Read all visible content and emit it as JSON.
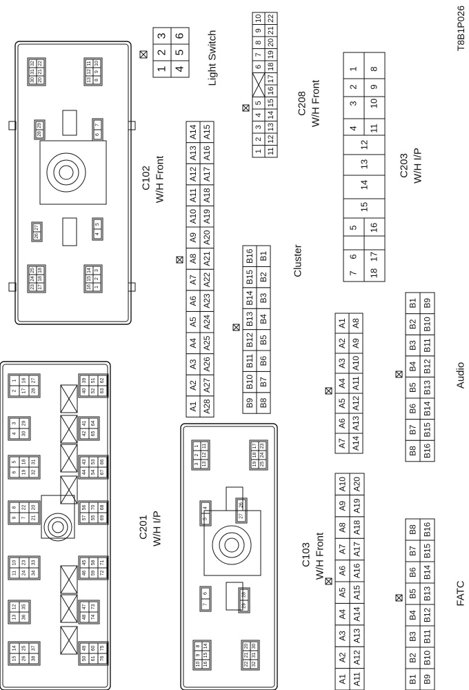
{
  "figure_code": "T8B1P026",
  "connectors": {
    "c102": {
      "name": "C102",
      "location": "W/H Front",
      "groups": [
        [
          "23",
          "24",
          "25",
          "17",
          "18",
          "18"
        ],
        [
          "16",
          "15",
          "14",
          "1",
          "2",
          "3"
        ],
        [
          "26",
          "27"
        ],
        [
          "4",
          "5"
        ],
        [
          "28",
          "29"
        ],
        [
          "6",
          "7"
        ],
        [
          "30",
          "31",
          "32",
          "20",
          "21",
          "22"
        ],
        [
          "13",
          "12",
          "11",
          "8",
          "9",
          "10"
        ]
      ]
    },
    "c201": {
      "name": "C201",
      "location": "W/H I/P",
      "groups": [
        [
          "15",
          "14",
          "26",
          "25",
          "38",
          "37"
        ],
        [
          "13",
          "12",
          "36",
          "35"
        ],
        [
          "11",
          "10",
          "24",
          "23",
          "34",
          "33"
        ],
        [
          "9",
          "8",
          "7",
          "22",
          "21",
          "20"
        ],
        [
          "6",
          "5",
          "19",
          "18",
          "32",
          "31"
        ],
        [
          "4",
          "3",
          "30",
          "29"
        ],
        [
          "2",
          "1",
          "17",
          "16",
          "28",
          "27"
        ],
        [
          "50",
          "49",
          "61",
          "60",
          "76",
          "75"
        ],
        [
          "48",
          "47",
          "74",
          "73"
        ],
        [
          "46",
          "45",
          "59",
          "58",
          "72",
          "71"
        ],
        [
          "57",
          "56",
          "55",
          "70",
          "69",
          "68"
        ],
        [
          "44",
          "43",
          "54",
          "53",
          "67",
          "66"
        ],
        [
          "42",
          "41",
          "65",
          "64"
        ],
        [
          "40",
          "39",
          "52",
          "51",
          "63",
          "62"
        ]
      ]
    },
    "c103": {
      "name": "C103",
      "location": "W/H Front",
      "groups": [
        [
          "10",
          "9",
          "8",
          "16",
          "15",
          "14"
        ],
        [
          "7",
          "6"
        ],
        [
          "5",
          "4"
        ],
        [
          "3",
          "2",
          "1",
          "13",
          "12",
          "11"
        ],
        [
          "22",
          "21",
          "20",
          "32",
          "31",
          "30"
        ],
        [
          "29",
          "28"
        ],
        [
          "27",
          "26"
        ],
        [
          "19",
          "18",
          "17",
          "25",
          "24",
          "23"
        ]
      ]
    },
    "light_switch": {
      "name": "Light Switch",
      "pins": [
        "1",
        "2",
        "3",
        "4",
        "5",
        "6"
      ]
    },
    "c208": {
      "name": "C208",
      "location": "W/H Front",
      "row_top": [
        "1",
        "2",
        "3",
        "4",
        "5",
        "",
        "6",
        "7",
        "8",
        "9",
        "10"
      ],
      "row_bottom": [
        "11",
        "12",
        "13",
        "14",
        "15",
        "16",
        "17",
        "18",
        "19",
        "20",
        "21",
        "22"
      ]
    },
    "c203": {
      "name": "C203",
      "location": "W/H I/P",
      "pins_top": [
        "7",
        "6",
        "5",
        "4",
        "3",
        "2",
        "1"
      ],
      "pins_bottom": [
        "18",
        "17",
        "16",
        "11",
        "10",
        "9",
        "8"
      ],
      "pins_center": [
        "15",
        "14",
        "13",
        "12"
      ]
    },
    "cluster_a": {
      "row_top": [
        "A1",
        "A2",
        "A3",
        "A4",
        "A5",
        "A6",
        "A7",
        "A8",
        "A9",
        "A10",
        "A11",
        "A12",
        "A13",
        "A14"
      ],
      "row_bottom": [
        "A28",
        "A27",
        "A26",
        "A25",
        "A24",
        "A23",
        "A22",
        "A21",
        "A20",
        "A19",
        "A18",
        "A17",
        "A16",
        "A15"
      ]
    },
    "cluster_b": {
      "name": "Cluster",
      "row_top": [
        "B9",
        "B10",
        "B11",
        "B12",
        "B13",
        "B14",
        "B15",
        "B16"
      ],
      "row_bottom": [
        "B8",
        "B7",
        "B6",
        "B5",
        "B4",
        "B3",
        "B2",
        "B1"
      ]
    },
    "cluster_a_small": {
      "row_top": [
        "A7",
        "A6",
        "A5",
        "A4",
        "A3",
        "A2",
        "A1"
      ],
      "row_bottom": [
        "A14",
        "A13",
        "A12",
        "A11",
        "A10",
        "A9",
        "A8"
      ]
    },
    "audio": {
      "name": "Audio",
      "row_top": [
        "B8",
        "B7",
        "B6",
        "B5",
        "B4",
        "B3",
        "B2",
        "B1"
      ],
      "row_bottom": [
        "B16",
        "B15",
        "B14",
        "B13",
        "B12",
        "B11",
        "B10",
        "B9"
      ]
    },
    "fatc_a": {
      "row_top": [
        "A1",
        "A2",
        "A3",
        "A4",
        "A5",
        "A6",
        "A7",
        "A8",
        "A9",
        "A10"
      ],
      "row_bottom": [
        "A11",
        "A12",
        "A13",
        "A14",
        "A15",
        "A16",
        "A17",
        "A18",
        "A19",
        "A20"
      ]
    },
    "fatc_b": {
      "name": "FATC",
      "row_top": [
        "B1",
        "B2",
        "B3",
        "B4",
        "B5",
        "B6",
        "B7",
        "B8"
      ],
      "row_bottom": [
        "B9",
        "B10",
        "B11",
        "B12",
        "B13",
        "B14",
        "B15",
        "B16"
      ]
    }
  }
}
